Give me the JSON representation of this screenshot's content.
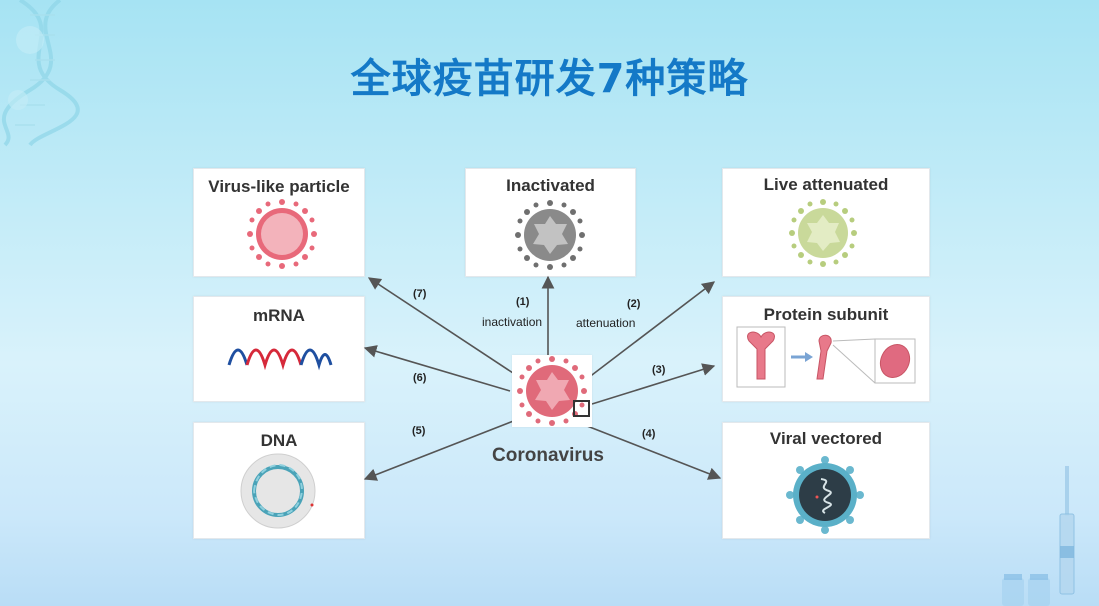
{
  "title": "全球疫苗研发7种策略",
  "center": {
    "label": "Coronavirus"
  },
  "cards": {
    "vlp": {
      "label": "Virus-like particle"
    },
    "inactivated": {
      "label": "Inactivated"
    },
    "live": {
      "label": "Live attenuated"
    },
    "mrna": {
      "label": "mRNA"
    },
    "protein": {
      "label": "Protein subunit"
    },
    "dna": {
      "label": "DNA"
    },
    "viral": {
      "label": "Viral vectored"
    }
  },
  "arrows": {
    "a1": {
      "num": "(1)",
      "text": "inactivation"
    },
    "a2": {
      "num": "(2)",
      "text": "attenuation"
    },
    "a3": {
      "num": "(3)"
    },
    "a4": {
      "num": "(4)"
    },
    "a5": {
      "num": "(5)"
    },
    "a6": {
      "num": "(6)"
    },
    "a7": {
      "num": "(7)"
    }
  },
  "colors": {
    "title": "#1479c7",
    "virus_pink": "#e8697a",
    "virus_gray": "#8a8a8a",
    "virus_green": "#c9d99a",
    "arrow": "#555555"
  }
}
